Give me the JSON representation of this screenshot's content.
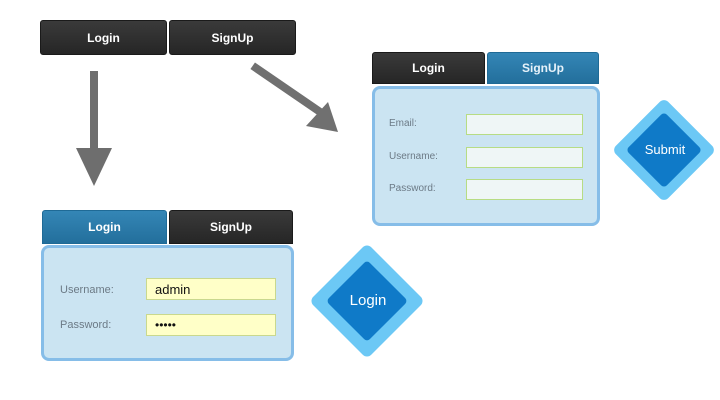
{
  "top_tabs": {
    "login_label": "Login",
    "signup_label": "SignUp"
  },
  "signup_form": {
    "tabs": {
      "login_label": "Login",
      "signup_label": "SignUp",
      "active": "SignUp"
    },
    "fields": {
      "email_label": "Email:",
      "email_value": "",
      "username_label": "Username:",
      "username_value": "",
      "password_label": "Password:",
      "password_value": ""
    },
    "submit_label": "Submit"
  },
  "login_form": {
    "tabs": {
      "login_label": "Login",
      "signup_label": "SignUp",
      "active": "Login"
    },
    "fields": {
      "username_label": "Username:",
      "username_value": "admin",
      "password_label": "Password:",
      "password_value": "•••••"
    },
    "login_label": "Login"
  },
  "colors": {
    "tab_dark": "#2c2c2c",
    "tab_active_blue": "#2a7aab",
    "panel_bg": "#cbe4f2",
    "panel_border": "#86bde8",
    "input_filled_bg": "#ffffc8",
    "input_empty_bg": "#eff6f6",
    "diamond_outer": "#6cc8f5",
    "diamond_inner": "#0f7ac8",
    "arrow_gray": "#707070"
  },
  "icons": {
    "arrow_down": "arrow-down-icon",
    "arrow_diagonal": "arrow-diagonal-icon"
  }
}
